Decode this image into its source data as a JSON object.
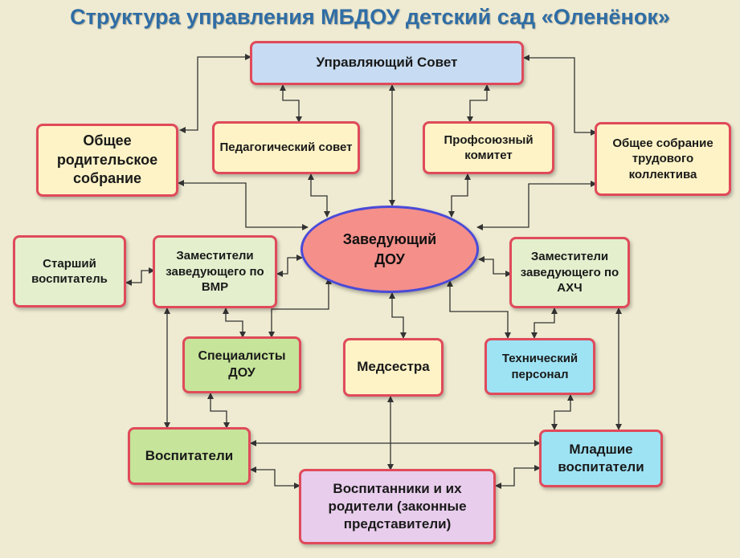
{
  "title": "Структура управления МБДОУ детский сад «Оленёнок»",
  "nodes": {
    "council": "Управляющий Совет",
    "parents_meeting": "Общее родительское собрание",
    "ped_council": "Педагогический совет",
    "union": "Профсоюзный комитет",
    "staff_meeting": "Общее собрание трудового коллектива",
    "head": "Заведующий ДОУ",
    "senior_teacher": "Старший воспитатель",
    "deputy_vmr": "Заместители заведующего по ВМР",
    "deputy_ahch": "Заместители заведующего по АХЧ",
    "specialists": "Специалисты ДОУ",
    "nurse": "Медсестра",
    "tech_staff": "Технический персонал",
    "teachers": "Воспитатели",
    "junior_teachers": "Младшие воспитатели",
    "pupils_parents": "Воспитанники и их родители (законные представители)"
  },
  "colors": {
    "background": "#efebd2",
    "title": "#2f6da5",
    "border": "#e04a5a",
    "head_fill": "#f48f8a",
    "head_border": "#4a4ad8",
    "arrow": "#333333"
  }
}
